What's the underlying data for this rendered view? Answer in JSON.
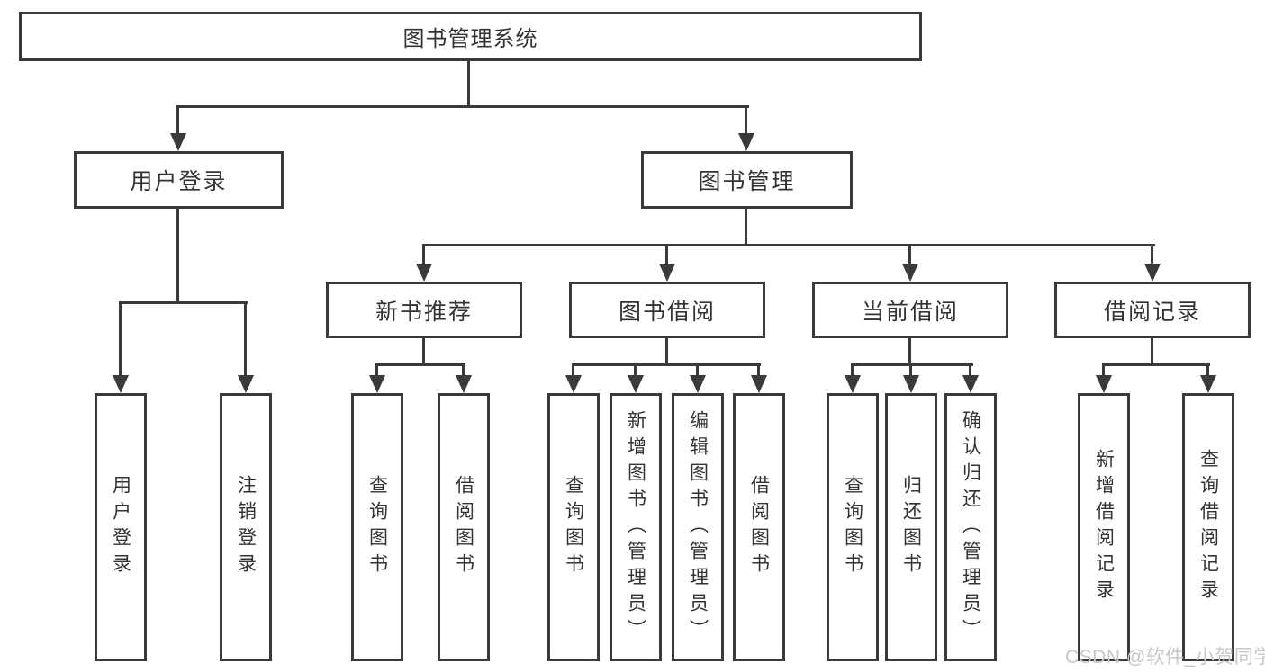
{
  "colors": {
    "line": "#3a3a3a",
    "text": "#333333",
    "watermark": "#c8c8c8",
    "node_bg": "#ffffff",
    "page_bg": "#ffffff"
  },
  "diagram": {
    "type": "tree",
    "root": {
      "label": "图书管理系统"
    },
    "level2": [
      {
        "id": "user-login",
        "label": "用户登录",
        "parent": "root"
      },
      {
        "id": "book-management",
        "label": "图书管理",
        "parent": "root"
      }
    ],
    "level3": [
      {
        "id": "new-book-recommendation",
        "label": "新书推荐",
        "parent": "book-management"
      },
      {
        "id": "book-borrowing",
        "label": "图书借阅",
        "parent": "book-management"
      },
      {
        "id": "current-borrowing",
        "label": "当前借阅",
        "parent": "book-management"
      },
      {
        "id": "borrowing-records",
        "label": "借阅记录",
        "parent": "book-management"
      }
    ],
    "leaves": [
      {
        "label": "用户登录",
        "parent": "user-login"
      },
      {
        "label": "注销登录",
        "parent": "user-login"
      },
      {
        "label": "查询图书",
        "parent": "new-book-recommendation"
      },
      {
        "label": "借阅图书",
        "parent": "new-book-recommendation"
      },
      {
        "label": "查询图书",
        "parent": "book-borrowing"
      },
      {
        "label": "新增图书（管理员）",
        "parent": "book-borrowing"
      },
      {
        "label": "编辑图书（管理员）",
        "parent": "book-borrowing"
      },
      {
        "label": "借阅图书",
        "parent": "book-borrowing"
      },
      {
        "label": "查询图书",
        "parent": "current-borrowing"
      },
      {
        "label": "归还图书",
        "parent": "current-borrowing"
      },
      {
        "label": "确认归还（管理员）",
        "parent": "current-borrowing"
      },
      {
        "label": "新增借阅记录",
        "parent": "borrowing-records"
      },
      {
        "label": "查询借阅记录",
        "parent": "borrowing-records"
      }
    ]
  },
  "watermark": {
    "text": "CSDN @软件_小贺同学"
  }
}
